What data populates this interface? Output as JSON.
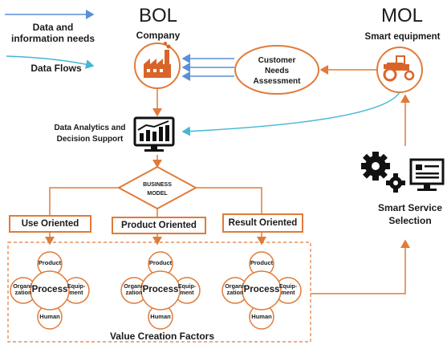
{
  "legend": {
    "info_needs": "Data and information needs",
    "data_flows": "Data Flows"
  },
  "bol": {
    "title": "BOL",
    "subtitle": "Company"
  },
  "mol": {
    "title": "MOL",
    "subtitle": "Smart equipment"
  },
  "customer_needs": "Customer Needs Assessment",
  "analytics": "Data Analytics and Decision Support",
  "business_model": "BUSINESS MODEL",
  "orientations": [
    "Use Oriented",
    "Product Oriented",
    "Result Oriented"
  ],
  "factors": {
    "center": "Process",
    "top": "Product",
    "left": "Organi-zation",
    "right": "Equip-ment",
    "bottom": "Human"
  },
  "value_creation": "Value Creation Factors",
  "smart_service": "Smart Service Selection",
  "colors": {
    "orange": "#e07b39",
    "blue_arrow": "#5b8fd6",
    "cyan_arrow": "#43b7d6"
  },
  "icons": {
    "company": "factory-icon",
    "equipment": "tractor-icon",
    "analytics": "monitor-chart-icon",
    "service": "gears-monitor-icon"
  }
}
